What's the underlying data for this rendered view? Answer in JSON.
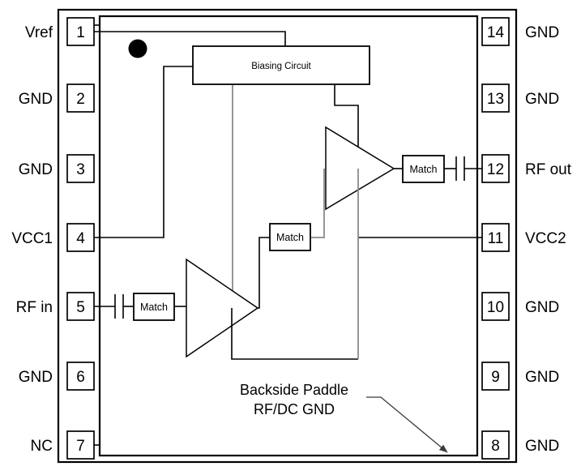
{
  "diagram": {
    "title": "Backside Paddle RF/DC GND",
    "package": {
      "outer_border": "rectangle",
      "inner_border": "rectangle",
      "pin1_marker": "pin1-dot"
    },
    "blocks": {
      "biasing": {
        "label": "Biasing Circuit"
      },
      "match_input": {
        "label": "Match"
      },
      "match_interstage": {
        "label": "Match"
      },
      "match_output": {
        "label": "Match"
      }
    },
    "paddle_note": {
      "line1": "Backside Paddle",
      "line2": "RF/DC GND"
    },
    "pins_left": [
      {
        "number": "1",
        "label": "Vref"
      },
      {
        "number": "2",
        "label": "GND"
      },
      {
        "number": "3",
        "label": "GND"
      },
      {
        "number": "4",
        "label": "VCC1"
      },
      {
        "number": "5",
        "label": "RF in"
      },
      {
        "number": "6",
        "label": "GND"
      },
      {
        "number": "7",
        "label": "NC"
      }
    ],
    "pins_right": [
      {
        "number": "14",
        "label": "GND"
      },
      {
        "number": "13",
        "label": "GND"
      },
      {
        "number": "12",
        "label": "RF out"
      },
      {
        "number": "11",
        "label": "VCC2"
      },
      {
        "number": "10",
        "label": "GND"
      },
      {
        "number": "9",
        "label": "GND"
      },
      {
        "number": "8",
        "label": "GND"
      }
    ],
    "colors": {
      "ink": "#000000",
      "gray_wire": "#8a8a8a",
      "arrow": "#3a3a3a",
      "background": "#ffffff"
    }
  }
}
